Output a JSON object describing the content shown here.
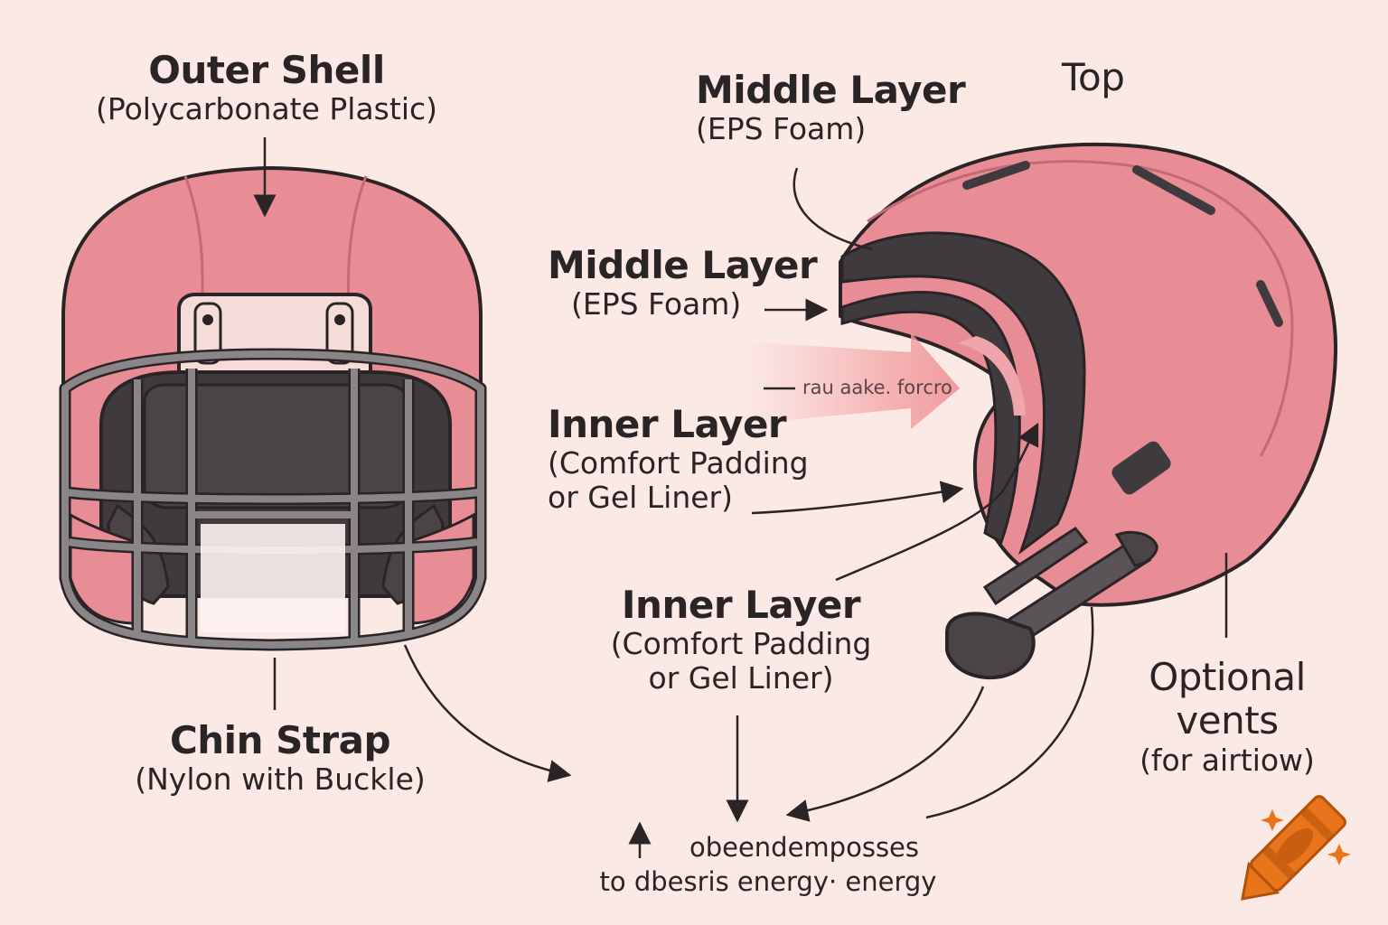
{
  "colors": {
    "background": "#fbe9e6",
    "shell_pink": "#e88d96",
    "shell_pink_dark": "#d77782",
    "foam_dark": "#3f3a3d",
    "facemask_gray": "#8a8587",
    "outline": "#2a2426",
    "arrow_fade": "#f2a5a8",
    "crayon_orange": "#e8751c"
  },
  "labels": {
    "outer_shell": {
      "title": "Outer Shell",
      "sub": "(Polycarbonate Plastic)"
    },
    "middle_layer_top": {
      "title": "Middle Layer",
      "sub": "(EPS Foam)"
    },
    "top": {
      "title": "Top"
    },
    "middle_layer": {
      "title": "Middle Layer",
      "sub": "(EPS Foam)"
    },
    "fade_note": "rau aake. forcro",
    "inner_layer_left": {
      "title": "Inner Layer",
      "sub1": "(Comfort Padding",
      "sub2": "or Gel Liner)"
    },
    "inner_layer_center": {
      "title": "Inner Layer",
      "sub1": "(Comfort Padding",
      "sub2": "or Gel Liner)"
    },
    "chin_strap": {
      "title": "Chin Strap",
      "sub": "(Nylon with Buckle)"
    },
    "optional_vents": {
      "line1": "Optional",
      "line2": "vents",
      "line3": "(for airtiow)"
    },
    "bottom_note": {
      "line1": "obeendemposses",
      "line2": "to dbesris energy· energy"
    }
  },
  "icons": {
    "corner_logo": "crayon-icon"
  }
}
